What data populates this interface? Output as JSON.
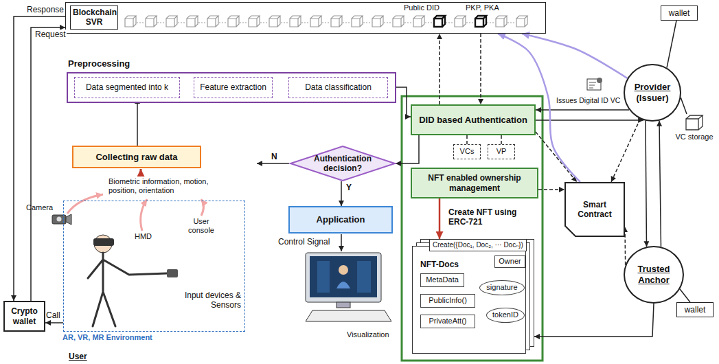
{
  "diagram": {
    "nodes": [
      {
        "text": [
          "Blockchain SVR"
        ]
      },
      {
        "text": [
          "Preprocessing"
        ]
      },
      {
        "text": [
          "Data segmented into k"
        ],
        "in": 1
      },
      {
        "text": [
          "Feature extraction"
        ],
        "in": 1
      },
      {
        "text": [
          "Data classification"
        ],
        "in": 1
      },
      {
        "text": [
          "Collecting raw data"
        ]
      },
      {
        "text": [
          "Input devices & Sensors",
          "AR, VR, MR Environment"
        ]
      },
      {
        "text": [
          "Crypto wallet"
        ]
      },
      {
        "text": [
          "Authentication decision?"
        ]
      },
      {
        "text": [
          "Application"
        ]
      },
      {
        "text": [
          "DID based Authentication"
        ]
      },
      {
        "text": [
          "VCs"
        ]
      },
      {
        "text": [
          "VP"
        ]
      },
      {
        "text": [
          "NFT enabled ownership management"
        ]
      },
      {
        "text": [
          "Create({Doc₁, Doc₂, ··· Docₙ})",
          "NFT-Docs"
        ]
      },
      {
        "text": [
          "MetaData"
        ],
        "in": 14
      },
      {
        "text": [
          "PublicInfo()"
        ],
        "in": 14
      },
      {
        "text": [
          "PrivateAtt()"
        ],
        "in": 14
      },
      {
        "text": [
          "Owner"
        ],
        "in": 14
      },
      {
        "text": [
          "signature"
        ],
        "in": 14
      },
      {
        "text": [
          "tokenID"
        ],
        "in": 14
      },
      {
        "text": [
          "Smart Contract"
        ]
      },
      {
        "text": [
          "Provider",
          "(Issuer)"
        ]
      },
      {
        "text": [
          "wallet"
        ]
      },
      {
        "text": [
          "VC storage"
        ]
      },
      {
        "text": [
          "Trusted Anchor"
        ]
      },
      {
        "text": [
          "wallet"
        ]
      }
    ],
    "edges": [
      {
        "from": 7,
        "to": 0,
        "arrow": "to",
        "label": "Request"
      },
      {
        "from": 0,
        "to": 7,
        "arrow": "to",
        "label": "Response"
      },
      {
        "from": 6,
        "to": 7,
        "arrow": "to",
        "label": "Call"
      },
      {
        "from": 5,
        "to": 2,
        "arrow": "to"
      },
      {
        "from": 2,
        "to": 3,
        "arrow": "to"
      },
      {
        "from": 3,
        "to": 4,
        "arrow": "to"
      },
      {
        "from": 1,
        "to": 10,
        "arrow": "to"
      },
      {
        "from": 10,
        "to": 0,
        "arrow": "to"
      },
      {
        "from": 0,
        "to": 10,
        "arrow": "to"
      },
      {
        "from": 10,
        "to": 8,
        "arrow": "to"
      },
      {
        "from": 8,
        "to": 9,
        "arrow": "to",
        "label": "Y"
      },
      {
        "from": 10,
        "to": 11,
        "arrow": "none"
      },
      {
        "from": 10,
        "to": 12,
        "arrow": "none"
      },
      {
        "from": 13,
        "to": 14,
        "arrow": "to",
        "label": "Create NFT using ERC-721"
      },
      {
        "from": 18,
        "to": 19,
        "arrow": "none"
      },
      {
        "from": 19,
        "to": 20,
        "arrow": "none"
      },
      {
        "from": 22,
        "to": 10,
        "arrow": "to"
      },
      {
        "from": 10,
        "to": 22,
        "arrow": "to"
      },
      {
        "from": 10,
        "to": 21,
        "arrow": "to"
      },
      {
        "from": 13,
        "to": 21,
        "arrow": "to"
      },
      {
        "from": 22,
        "to": 21,
        "arrow": "to"
      },
      {
        "from": 25,
        "to": 21,
        "arrow": "to"
      },
      {
        "from": 21,
        "to": 0,
        "arrow": "to"
      },
      {
        "from": 22,
        "to": 0,
        "arrow": "to"
      },
      {
        "from": 22,
        "to": 25,
        "arrow": "to"
      },
      {
        "from": 25,
        "to": 22,
        "arrow": "to"
      },
      {
        "from": 22,
        "to": 23,
        "arrow": "none"
      },
      {
        "from": 22,
        "to": 24,
        "arrow": "none"
      },
      {
        "from": 25,
        "to": 26,
        "arrow": "none"
      },
      {
        "from": 25,
        "to": 14,
        "arrow": "to"
      }
    ],
    "labels": [
      "Public DID",
      "PKP, PKA",
      "Camera",
      "HMD",
      "User console",
      "Biometric information, motion, position, orientation",
      "User",
      "N",
      "Control Signal",
      "Visualization",
      "Issues Digital ID VC"
    ]
  }
}
